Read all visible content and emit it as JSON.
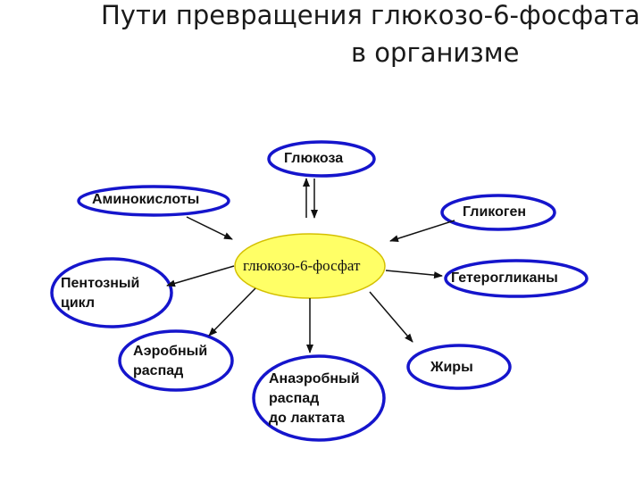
{
  "title": {
    "line1": "Пути превращения глюкозо-6-фосфата",
    "line2": "в организме"
  },
  "center": {
    "label": "глюкозо-6-фосфат"
  },
  "nodes": {
    "glucose": "Глюкоза",
    "amino_acids": "Аминокислоты",
    "glycogen": "Гликоген",
    "pentose_line1": "Пентозный",
    "pentose_line2": "цикл",
    "heteroglycans": "Гетерогликаны",
    "aerobic_line1": "Аэробный",
    "aerobic_line2": "распад",
    "anaerobic_line1": "Анаэробный",
    "anaerobic_line2": "распад",
    "anaerobic_line3": "до лактата",
    "fats": "Жиры"
  },
  "colors": {
    "node_border": "#1515cc",
    "center_fill": "#ffff66",
    "center_border": "#d4c000",
    "arrow": "#111111"
  }
}
